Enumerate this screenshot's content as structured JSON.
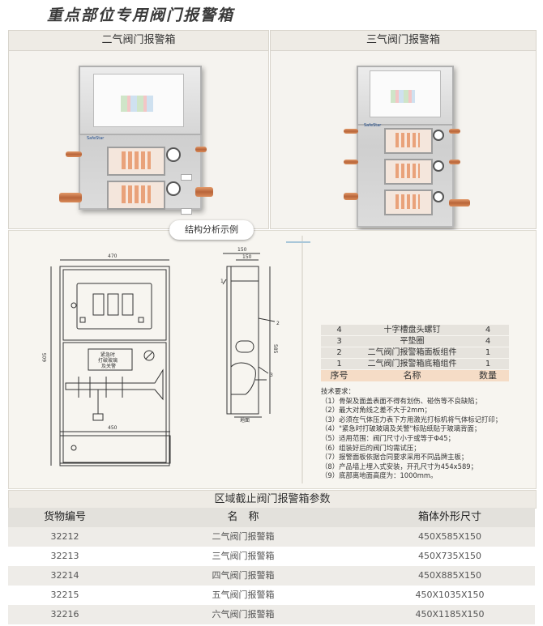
{
  "page_title": "重点部位专用阀门报警箱",
  "panels": {
    "left_title": "二气阀门报警箱",
    "right_title": "三气阀门报警箱"
  },
  "callout": "结构分析示例",
  "drawing": {
    "width_label": "470",
    "height_label": "605",
    "depth_label_1": "150",
    "depth_label_2": "150",
    "side_height_label": "585",
    "bottom_width_label": "450",
    "warning_line1": "紧急时",
    "warning_line2": "打破玻璃",
    "warning_line3": "及关警",
    "ground_label": "地面",
    "callout_1": "1",
    "callout_2": "2",
    "callout_3": "3"
  },
  "parts_table": {
    "rows": [
      {
        "no": "4",
        "name": "十字槽盘头螺钉",
        "qty": "4"
      },
      {
        "no": "3",
        "name": "平垫圈",
        "qty": "4"
      },
      {
        "no": "2",
        "name": "二气阀门报警箱面板组件",
        "qty": "1"
      },
      {
        "no": "1",
        "name": "二气阀门报警箱底箱组件",
        "qty": "1"
      }
    ],
    "header": {
      "no": "序号",
      "name": "名称",
      "qty": "数量"
    }
  },
  "tech": {
    "title": "技术要求：",
    "items": [
      "（1）骨架及面盖表面不得有划伤、碰伤等不良缺陷；",
      "（2）最大对角线之差不大于2mm；",
      "（3）必须在气体压力表下方用激光打标机将气体标记打印；",
      "（4）\"紧急时打破玻璃及关警\"标贴纸贴于玻璃背面；",
      "（5）适用范围：阀门尺寸小于或等于Φ45；",
      "（6）组装好后的阀门均需试压；",
      "（7）报警面板依据合同要求采用不同品牌主板；",
      "（8）产品墙上埋入式安装，开孔尺寸为454x589；",
      "（9）底部离地面高度为：1000mm。"
    ]
  },
  "spec_table": {
    "title": "区域截止阀门报警箱参数",
    "header": {
      "code": "货物编号",
      "name": "名　称",
      "size": "箱体外形尺寸"
    },
    "rows": [
      {
        "code": "32212",
        "name": "二气阀门报警箱",
        "size": "450X585X150"
      },
      {
        "code": "32213",
        "name": "三气阀门报警箱",
        "size": "450X735X150"
      },
      {
        "code": "32214",
        "name": "四气阀门报警箱",
        "size": "450X885X150"
      },
      {
        "code": "32215",
        "name": "五气阀门报警箱",
        "size": "450X1035X150"
      },
      {
        "code": "32216",
        "name": "六气阀门报警箱",
        "size": "450X1185X150"
      }
    ]
  }
}
